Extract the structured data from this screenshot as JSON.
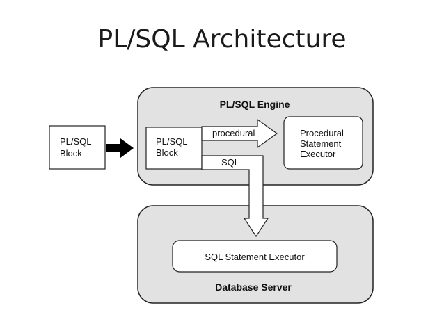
{
  "title": "PL/SQL Architecture",
  "outside_block": {
    "line1": "PL/SQL",
    "line2": "Block"
  },
  "engine": {
    "label": "PL/SQL Engine",
    "inner_block": {
      "line1": "PL/SQL",
      "line2": "Block"
    },
    "procedural_arrow_label": "procedural",
    "sql_arrow_label": "SQL",
    "executor": {
      "line1": "Procedural",
      "line2": "Statement",
      "line3": "Executor"
    }
  },
  "server": {
    "label": "Database Server",
    "executor_label": "SQL Statement Executor"
  },
  "colors": {
    "panel_fill": "#e2e2e2",
    "box_fill": "#ffffff",
    "stroke": "#222222"
  }
}
